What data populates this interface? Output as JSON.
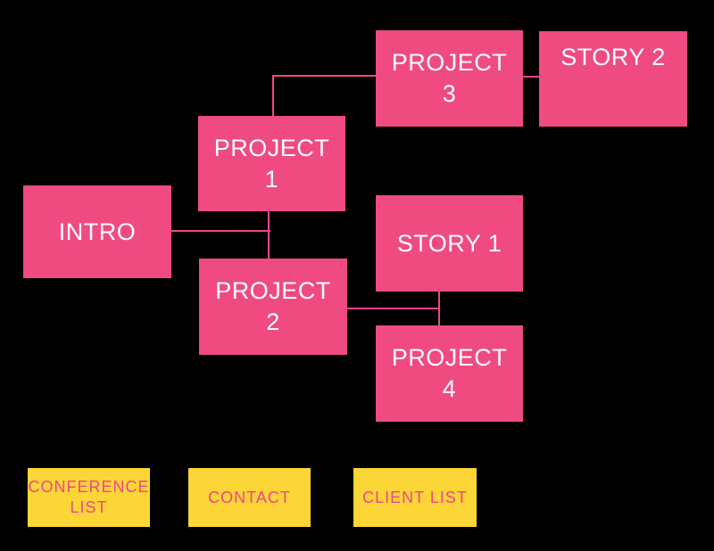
{
  "palette": {
    "background": "#000000",
    "node_fill": "#EF4B81",
    "node_text": "#FCFCFC",
    "connector": "#F2448D",
    "utility_fill": "#FCD637",
    "utility_text": "#F0458A"
  },
  "nodes": {
    "intro": {
      "label": "INTRO"
    },
    "project1": {
      "line1": "PROJECT",
      "line2": "1"
    },
    "project2": {
      "line1": "PROJECT",
      "line2": "2"
    },
    "project3": {
      "line1": "PROJECT",
      "line2": "3"
    },
    "project4": {
      "line1": "PROJECT",
      "line2": "4"
    },
    "story1": {
      "label": "STORY 1"
    },
    "story2": {
      "label": "STORY 2"
    },
    "conference_list": {
      "line1": "CONFERENCE",
      "line2": "LIST"
    },
    "contact": {
      "label": "CONTACT"
    },
    "client_list": {
      "label": "CLIENT LIST"
    }
  },
  "edges": [
    {
      "from": "project1",
      "to": "project3"
    },
    {
      "from": "project3",
      "to": "story2"
    },
    {
      "from": "intro",
      "to": "project1"
    },
    {
      "from": "project1",
      "to": "project2"
    },
    {
      "from": "project2",
      "to": "story1"
    },
    {
      "from": "story1",
      "to": "project4"
    }
  ]
}
